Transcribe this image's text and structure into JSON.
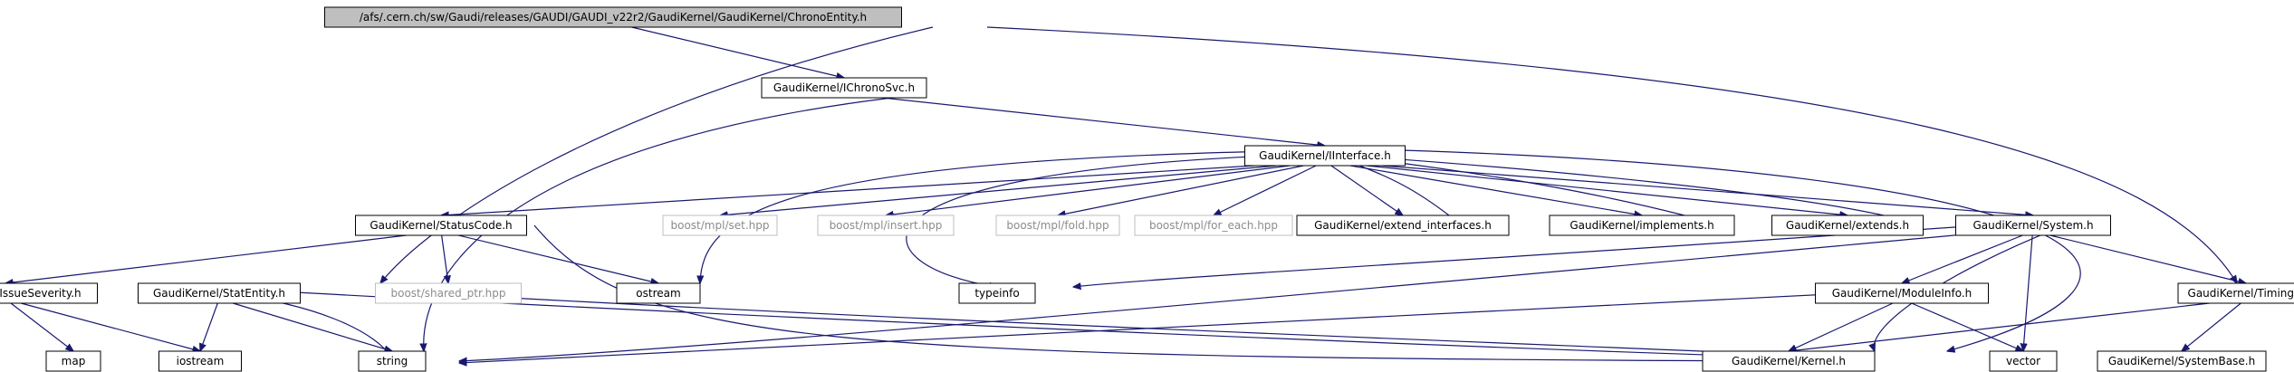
{
  "graph": {
    "nodes": [
      {
        "id": "n0",
        "label": "/afs/.cern.ch/sw/Gaudi/releases/GAUDI/GAUDI_v22r2/GaudiKernel/GaudiKernel/ChronoEntity.h",
        "kind": "root"
      },
      {
        "id": "n1",
        "label": "GaudiKernel/IChronoSvc.h",
        "kind": "normal"
      },
      {
        "id": "n2",
        "label": "GaudiKernel/IInterface.h",
        "kind": "normal"
      },
      {
        "id": "n3",
        "label": "GaudiKernel/StatusCode.h",
        "kind": "normal"
      },
      {
        "id": "n4",
        "label": "boost/mpl/set.hpp",
        "kind": "ghost"
      },
      {
        "id": "n5",
        "label": "boost/mpl/insert.hpp",
        "kind": "ghost"
      },
      {
        "id": "n6",
        "label": "boost/mpl/fold.hpp",
        "kind": "ghost"
      },
      {
        "id": "n7",
        "label": "boost/mpl/for_each.hpp",
        "kind": "ghost"
      },
      {
        "id": "n8",
        "label": "GaudiKernel/extend_interfaces.h",
        "kind": "normal"
      },
      {
        "id": "n9",
        "label": "GaudiKernel/implements.h",
        "kind": "normal"
      },
      {
        "id": "n10",
        "label": "GaudiKernel/extends.h",
        "kind": "normal"
      },
      {
        "id": "n11",
        "label": "GaudiKernel/System.h",
        "kind": "normal"
      },
      {
        "id": "n12",
        "label": "GaudiKernel/IssueSeverity.h",
        "kind": "normal"
      },
      {
        "id": "n13",
        "label": "GaudiKernel/StatEntity.h",
        "kind": "normal"
      },
      {
        "id": "n14",
        "label": "boost/shared_ptr.hpp",
        "kind": "ghost"
      },
      {
        "id": "n15",
        "label": "ostream",
        "kind": "normal"
      },
      {
        "id": "n16",
        "label": "typeinfo",
        "kind": "normal"
      },
      {
        "id": "n17",
        "label": "GaudiKernel/ModuleInfo.h",
        "kind": "normal"
      },
      {
        "id": "n18",
        "label": "GaudiKernel/Timing.h",
        "kind": "normal"
      },
      {
        "id": "n19",
        "label": "map",
        "kind": "normal"
      },
      {
        "id": "n20",
        "label": "iostream",
        "kind": "normal"
      },
      {
        "id": "n21",
        "label": "string",
        "kind": "normal"
      },
      {
        "id": "n22",
        "label": "GaudiKernel/Kernel.h",
        "kind": "normal"
      },
      {
        "id": "n23",
        "label": "vector",
        "kind": "normal"
      },
      {
        "id": "n24",
        "label": "GaudiKernel/SystemBase.h",
        "kind": "normal"
      }
    ],
    "edges": [
      [
        "n0",
        "n1"
      ],
      [
        "n0",
        "n13"
      ],
      [
        "n0",
        "n18"
      ],
      [
        "n1",
        "n2"
      ],
      [
        "n1",
        "n21"
      ],
      [
        "n2",
        "n3"
      ],
      [
        "n2",
        "n4"
      ],
      [
        "n2",
        "n5"
      ],
      [
        "n2",
        "n6"
      ],
      [
        "n2",
        "n7"
      ],
      [
        "n2",
        "n8"
      ],
      [
        "n2",
        "n9"
      ],
      [
        "n2",
        "n10"
      ],
      [
        "n2",
        "n11"
      ],
      [
        "n2",
        "n15"
      ],
      [
        "n2",
        "n16"
      ],
      [
        "n2",
        "n22"
      ],
      [
        "n8",
        "n2"
      ],
      [
        "n9",
        "n2"
      ],
      [
        "n10",
        "n2"
      ],
      [
        "n3",
        "n12"
      ],
      [
        "n3",
        "n14"
      ],
      [
        "n3",
        "n15"
      ],
      [
        "n3",
        "n22"
      ],
      [
        "n12",
        "n19"
      ],
      [
        "n12",
        "n20"
      ],
      [
        "n12",
        "n21"
      ],
      [
        "n12",
        "n22"
      ],
      [
        "n13",
        "n20"
      ],
      [
        "n13",
        "n21"
      ],
      [
        "n13",
        "n22"
      ],
      [
        "n11",
        "n16"
      ],
      [
        "n11",
        "n17"
      ],
      [
        "n11",
        "n18"
      ],
      [
        "n11",
        "n21"
      ],
      [
        "n11",
        "n22"
      ],
      [
        "n11",
        "n23"
      ],
      [
        "n17",
        "n21"
      ],
      [
        "n17",
        "n22"
      ],
      [
        "n17",
        "n23"
      ],
      [
        "n18",
        "n22"
      ],
      [
        "n18",
        "n24"
      ]
    ],
    "colors": {
      "edge": "#191970",
      "root_fill": "#bfbfbf",
      "node_fill": "#ffffff",
      "ghost_border": "#bfbfbf",
      "ghost_text": "#8c8c8c"
    }
  }
}
